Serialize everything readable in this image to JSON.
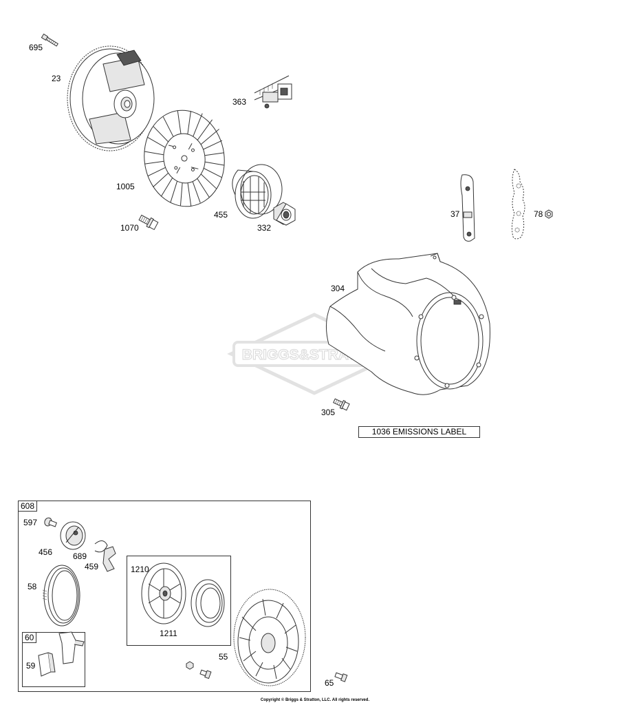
{
  "watermark": {
    "text": "BRIGGS&STRATTON"
  },
  "labels": {
    "p695": "695",
    "p23": "23",
    "p363": "363",
    "p1005": "1005",
    "p455": "455",
    "p332": "332",
    "p1070": "1070",
    "p37": "37",
    "p78": "78",
    "p304": "304",
    "p305": "305",
    "p608": "608",
    "p597": "597",
    "p456": "456",
    "p689": "689",
    "p459": "459",
    "p58": "58",
    "p1210": "1210",
    "p1211": "1211",
    "p55": "55",
    "p60": "60",
    "p59": "59",
    "p65": "65"
  },
  "emissions_label": "1036 EMISSIONS LABEL",
  "copyright": "Copyright © Briggs & Stratton, LLC. All rights reserved."
}
